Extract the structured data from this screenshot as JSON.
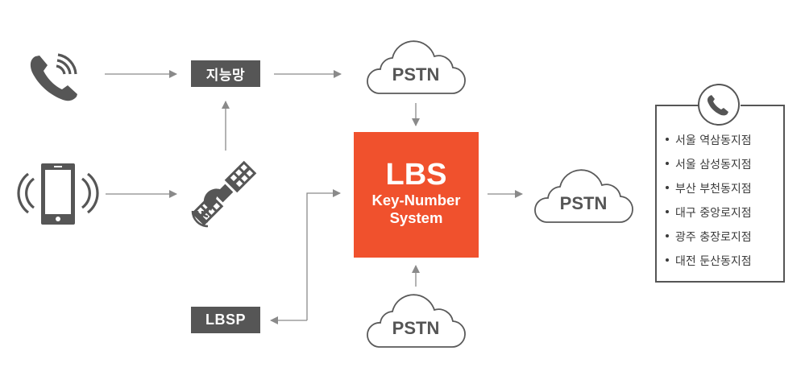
{
  "diagram": {
    "nodes": {
      "intelligent_network": {
        "label": "지능망"
      },
      "lbsp": {
        "label": "LBSP"
      },
      "core": {
        "title": "LBS",
        "subtitle_line1": "Key-Number",
        "subtitle_line2": "System"
      },
      "pstn_top": {
        "label": "PSTN"
      },
      "pstn_right": {
        "label": "PSTN"
      },
      "pstn_bottom": {
        "label": "PSTN"
      }
    },
    "icons": {
      "landline_phone": "phone-ringing-icon",
      "mobile_phone": "mobile-phone-vibrate-icon",
      "satellite": "satellite-icon",
      "branch_header": "phone-circle-icon"
    },
    "branches": [
      "서울 역삼동지점",
      "서울 삼성동지점",
      "부산 부천동지점",
      "대구 중앙로지점",
      "광주 충장로지점",
      "대전 둔산동지점"
    ],
    "edges": [
      {
        "from": "landline_phone",
        "to": "intelligent_network"
      },
      {
        "from": "intelligent_network",
        "to": "pstn_top"
      },
      {
        "from": "mobile_phone",
        "to": "satellite"
      },
      {
        "from": "satellite",
        "to": "intelligent_network"
      },
      {
        "from": "pstn_top",
        "to": "core"
      },
      {
        "from": "core",
        "to": "pstn_right"
      },
      {
        "from": "pstn_bottom",
        "to": "core"
      },
      {
        "from": "core",
        "to": "lbsp",
        "bidirectional": true
      }
    ],
    "colors": {
      "accent": "#F0512D",
      "dark": "#565656",
      "arrow": "#8a8a8a",
      "text": "#555555"
    }
  }
}
